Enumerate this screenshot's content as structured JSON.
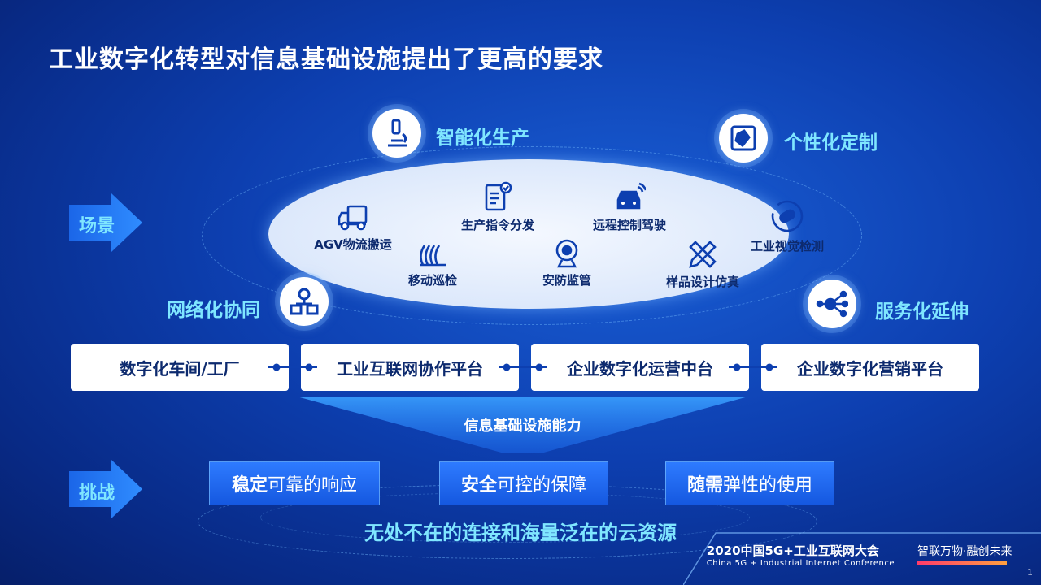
{
  "title": "工业数字化转型对信息基础设施提出了更高的要求",
  "side_labels": {
    "scene": "场景",
    "challenge": "挑战"
  },
  "pillars": {
    "smart_production": "智能化生产",
    "personalized": "个性化定制",
    "network_collab": "网络化协同",
    "service_ext": "服务化延伸"
  },
  "scenes": [
    {
      "label": "AGV物流搬运",
      "icon": "truck-icon"
    },
    {
      "label": "生产指令分发",
      "icon": "document-check-icon"
    },
    {
      "label": "远程控制驾驶",
      "icon": "car-signal-icon"
    },
    {
      "label": "工业视觉检测",
      "icon": "vision-icon"
    },
    {
      "label": "移动巡检",
      "icon": "wave-icon"
    },
    {
      "label": "安防监管",
      "icon": "camera-icon"
    },
    {
      "label": "样品设计仿真",
      "icon": "ruler-pencil-icon"
    }
  ],
  "platforms": [
    "数字化车间/工厂",
    "工业互联网协作平台",
    "企业数字化运营中台",
    "企业数字化营销平台"
  ],
  "infra_label": "信息基础设施能力",
  "challenges": [
    {
      "bold": "稳定",
      "rest": "可靠的响应"
    },
    {
      "bold": "安全",
      "rest": "可控的保障"
    },
    {
      "bold": "随需",
      "rest": "弹性的使用"
    }
  ],
  "bottom_text": "无处不在的连接和海量泛在的云资源",
  "conference": {
    "cn": "2020中国5G+工业互联网大会",
    "en": "China 5G + Industrial Internet Conference"
  },
  "slogan": "智联万物·融创未来",
  "page_number": "1",
  "colors": {
    "accent": "#7fe6ff",
    "navy": "#0d2a6e",
    "bg": "#0d3fb0"
  }
}
